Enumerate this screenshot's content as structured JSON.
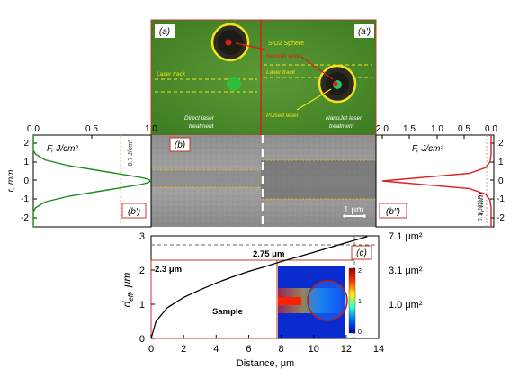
{
  "panel_a": {
    "label_left": "(a)",
    "label_right": "(a′)",
    "sphere_label": "SiO2 Sphere",
    "nanojet_label": "Nanojet area",
    "laser_track_left": "Laser track",
    "laser_track_right": "Laser track",
    "pulsed_laser": "Pulsed laser",
    "direct_caption": [
      "Direct laser",
      "treatment"
    ],
    "nanojet_caption": [
      "NanoJet laser",
      "treatment"
    ],
    "background_color": "#4e8f2e",
    "accent_yellow": "#f3e21c",
    "accent_red": "#e01b1b"
  },
  "panel_b": {
    "label": "(b)",
    "scalebar": "1 μm"
  },
  "panel_b1": {
    "label": "(b′)",
    "xlabel": "F, J/cm²",
    "ylabel": "r, mm",
    "xticks": [
      "0.0",
      "0.5",
      "1.0"
    ],
    "yticks": [
      "2",
      "1",
      "0",
      "-1",
      "-2"
    ],
    "annotation": "0.7 J/cm²",
    "curve_color": "#1a8c1a"
  },
  "panel_b2": {
    "label": "(b′′)",
    "xlabel": "F, J/cm²",
    "ylabel": "r, mm",
    "xticks": [
      "2.0",
      "1.5",
      "1.0",
      "0.5",
      "0.0"
    ],
    "yticks": [
      "2",
      "1",
      "0",
      "-1",
      "-2"
    ],
    "annotation": "0.1 J/cm²",
    "curve_color": "#e02020"
  },
  "panel_c": {
    "label": "(c)",
    "xlabel": "Distance, μm",
    "ylabel_main": "d",
    "ylabel_sub": "eff",
    "ylabel_unit": ", μm",
    "xticks": [
      "0",
      "2",
      "4",
      "6",
      "8",
      "10",
      "12",
      "14"
    ],
    "yticks": [
      "0",
      "1",
      "2",
      "3"
    ],
    "right_labels": [
      "7.1 μm²",
      "3.1 μm²",
      "1.0 μm²"
    ],
    "annot_275": "2.75 μm",
    "annot_23": "2.3 μm",
    "sample": "Sample",
    "colorbar_ticks": [
      "2",
      "1",
      "0"
    ]
  },
  "chart_data": [
    {
      "type": "line",
      "title": "",
      "xlabel": "F, J/cm²",
      "ylabel": "r, mm",
      "xlim": [
        0,
        1
      ],
      "ylim": [
        -2.4,
        2.4
      ],
      "series": [
        {
          "x": [
            0.0,
            0.0,
            0.02,
            0.1,
            0.3,
            0.6,
            0.9,
            0.97,
            1.0,
            0.97,
            0.9,
            0.6,
            0.3,
            0.1,
            0.02,
            0.0,
            0.0
          ],
          "y": [
            2.4,
            1.6,
            1.4,
            1.1,
            0.8,
            0.5,
            0.2,
            0.1,
            0.0,
            -0.1,
            -0.2,
            -0.5,
            -0.8,
            -1.1,
            -1.4,
            -1.6,
            -2.4
          ]
        }
      ]
    },
    {
      "type": "line",
      "title": "",
      "xlabel": "F, J/cm²",
      "ylabel": "r, mm",
      "xlim": [
        2,
        0
      ],
      "ylim": [
        -2.4,
        2.4
      ],
      "series": [
        {
          "x": [
            0.0,
            0.0,
            0.02,
            0.1,
            0.4,
            1.0,
            1.6,
            2.0,
            1.6,
            1.0,
            0.4,
            0.1,
            0.02,
            0.0,
            0.0
          ],
          "y": [
            2.4,
            1.4,
            1.0,
            0.7,
            0.4,
            0.25,
            0.1,
            0.0,
            -0.1,
            -0.25,
            -0.4,
            -0.7,
            -1.0,
            -1.4,
            -2.4
          ]
        }
      ]
    },
    {
      "type": "line",
      "title": "",
      "xlabel": "Distance, μm",
      "ylabel": "d_eff, μm",
      "xlim": [
        0,
        14
      ],
      "ylim": [
        0,
        3
      ],
      "series": [
        {
          "x": [
            0,
            0.3,
            1,
            2,
            3,
            4,
            5,
            6,
            7,
            8,
            9,
            10,
            11,
            12,
            13.3
          ],
          "y": [
            0,
            0.5,
            0.9,
            1.2,
            1.42,
            1.62,
            1.8,
            1.96,
            2.1,
            2.25,
            2.38,
            2.52,
            2.66,
            2.8,
            2.98
          ]
        }
      ]
    }
  ]
}
